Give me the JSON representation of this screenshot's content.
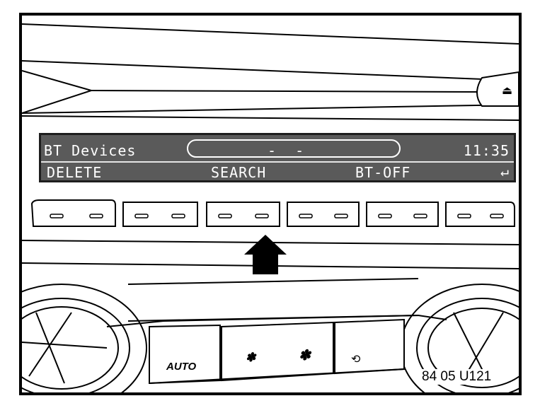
{
  "display": {
    "title": "BT Devices",
    "field_value": "-  -",
    "time": "11:35"
  },
  "softkeys": {
    "delete": "DELETE",
    "search": "SEARCH",
    "bt_off": "BT-OFF",
    "back_icon": "↵"
  },
  "eject_icon": "⏏",
  "climate": {
    "auto": "AUTO",
    "fan_low": "✽",
    "fan_high": "✽",
    "recirc": "⟲"
  },
  "reference": "84 05 U121",
  "highlighted_key": 3
}
